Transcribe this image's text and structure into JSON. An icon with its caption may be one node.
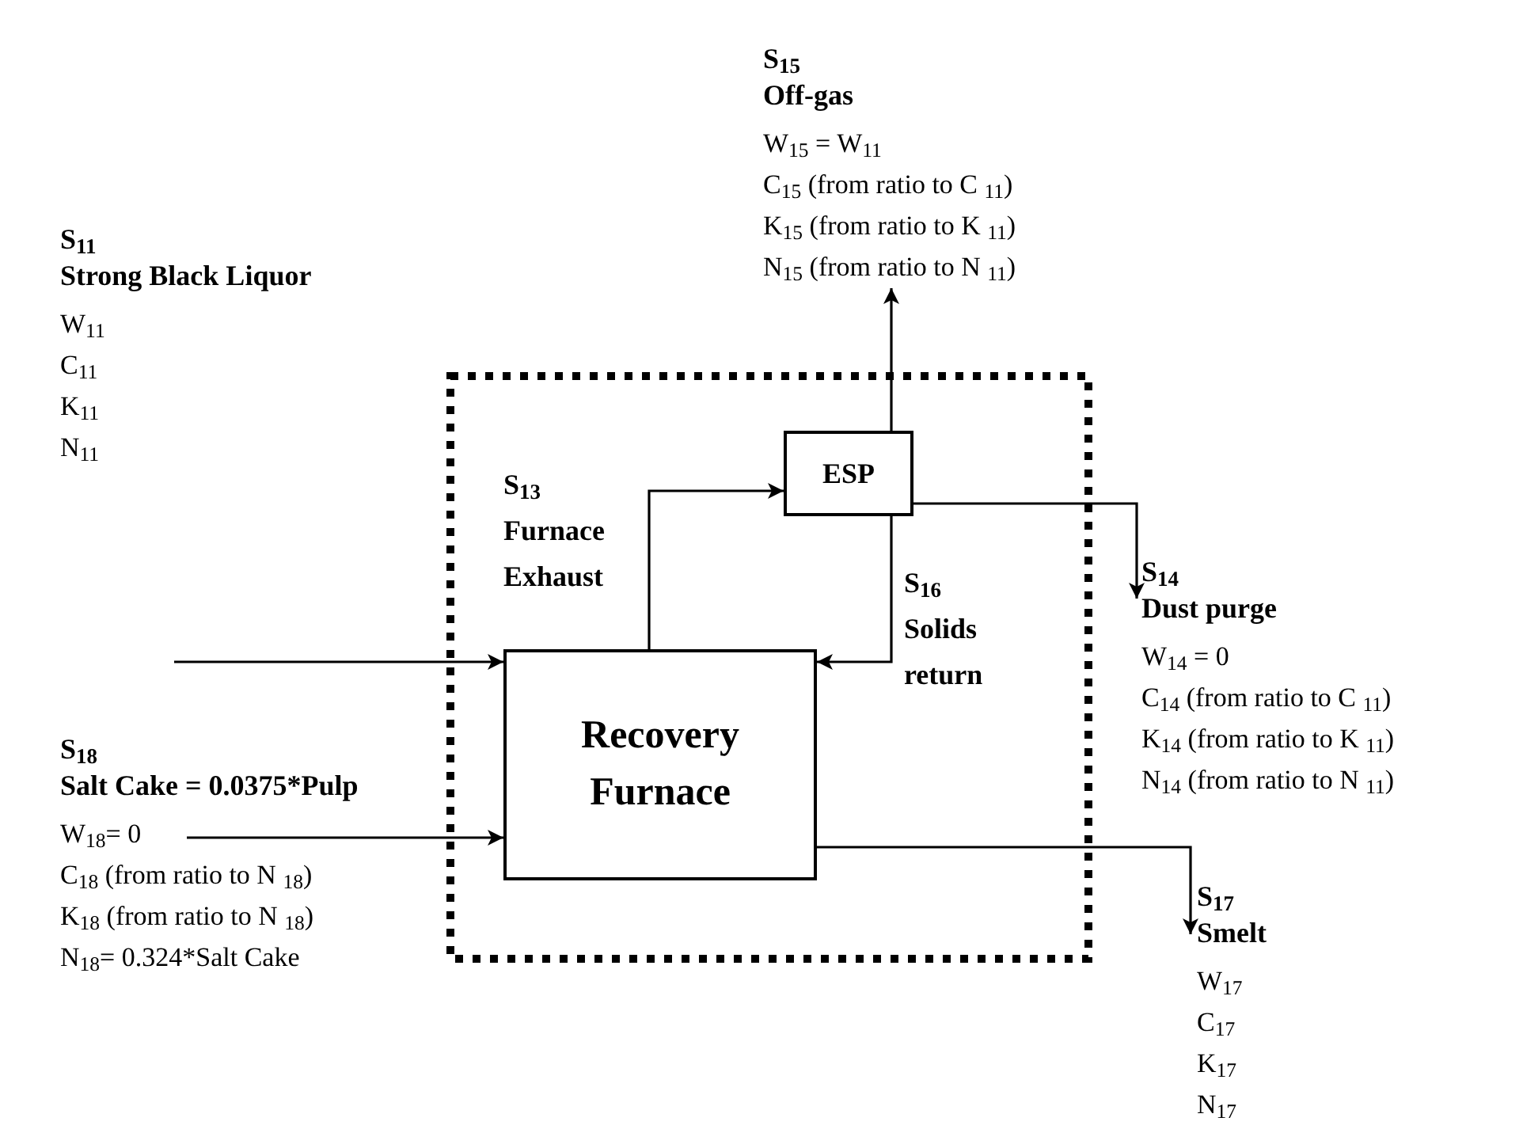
{
  "diagram": {
    "nodes": [
      {
        "text": [],
        "shape": "box"
      },
      {
        "text": [
          "ESP"
        ],
        "in": 0
      },
      {
        "text": [
          "Recovery Furnace"
        ],
        "in": 0
      },
      {
        "text": [
          "S$_{15}$",
          "Off-gas",
          "W$_{15}$ = W$_{11}$",
          "C$_{15}$ (from ratio to C $_{11}$)",
          "K$_{15}$ (from ratio to K $_{11}$)",
          "N$_{15}$ (from ratio to N $_{11}$)"
        ]
      },
      {
        "text": [
          "S$_{14}$",
          "Dust purge",
          "W$_{14}$ = 0",
          "C$_{14}$ (from ratio to C $_{11}$)",
          "K$_{14}$ (from ratio to K $_{11}$)",
          "N$_{14}$ (from ratio to N $_{11}$)"
        ]
      },
      {
        "text": [
          "S$_{17}$",
          "Smelt",
          "W$_{17}$",
          "C$_{17}$",
          "K$_{17}$",
          "N$_{17}$"
        ]
      }
    ],
    "edges": [
      {
        "from": null,
        "to": 2,
        "arrow": "to"
      },
      {
        "from": null,
        "to": 2,
        "arrow": "to"
      },
      {
        "from": 2,
        "to": 1,
        "arrow": "to",
        "label": "S$_{13}$ Furnace Exhaust"
      },
      {
        "from": 1,
        "to": 2,
        "arrow": "to",
        "label": "S$_{16}$ Solids return"
      },
      {
        "from": 1,
        "to": 3,
        "arrow": "to"
      },
      {
        "from": 1,
        "to": 4,
        "arrow": "to"
      },
      {
        "from": 2,
        "to": 5,
        "arrow": "to"
      }
    ],
    "labels": [
      "S$_{11}$",
      "Strong Black Liquor",
      "W$_{11}$",
      "C$_{11}$",
      "K$_{11}$",
      "N$_{11}$",
      "S$_{18}$",
      "Salt Cake = 0.0375*Pulp",
      "W$_{18}$= 0",
      "C$_{18}$ (from ratio to N $_{18}$)",
      "K$_{18}$ (from ratio to N $_{18}$)",
      "N$_{18}$= 0.324*Salt Cake"
    ]
  }
}
